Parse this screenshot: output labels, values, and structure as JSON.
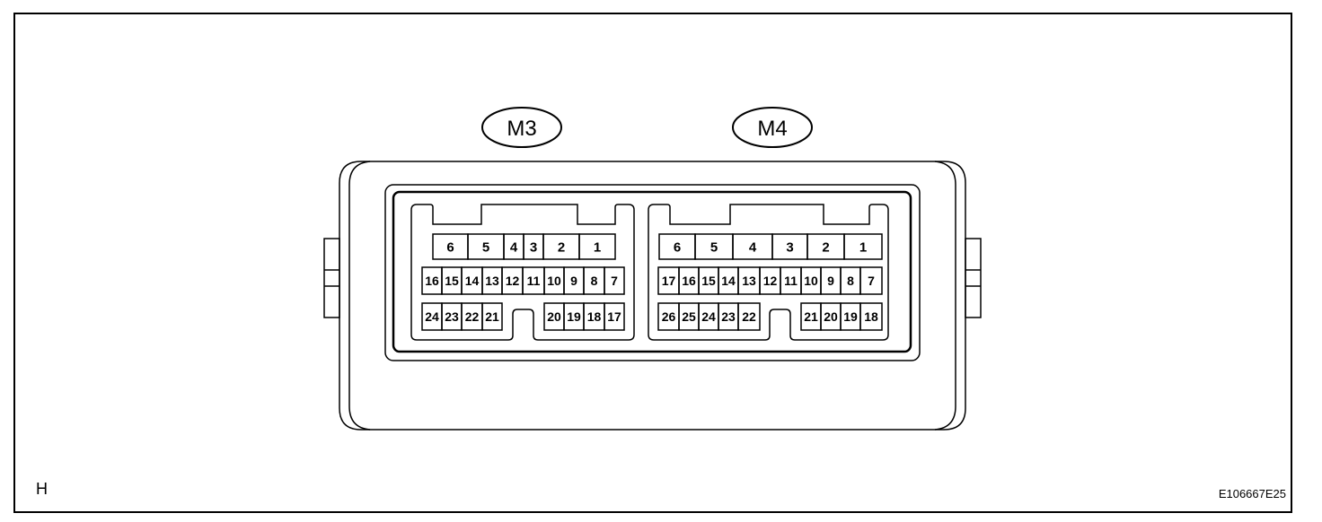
{
  "labels": {
    "connector_left": "M3",
    "connector_right": "M4",
    "view_letter": "H",
    "figure_code": "E106667E25"
  },
  "m3": {
    "row1": [
      "6",
      "5",
      "4",
      "3",
      "2",
      "1"
    ],
    "row2": [
      "16",
      "15",
      "14",
      "13",
      "12",
      "11",
      "10",
      "9",
      "8",
      "7"
    ],
    "row3_left": [
      "24",
      "23",
      "22",
      "21"
    ],
    "row3_right": [
      "20",
      "19",
      "18",
      "17"
    ]
  },
  "m4": {
    "row1": [
      "6",
      "5",
      "4",
      "3",
      "2",
      "1"
    ],
    "row2": [
      "17",
      "16",
      "15",
      "14",
      "13",
      "12",
      "11",
      "10",
      "9",
      "8",
      "7"
    ],
    "row3_left": [
      "26",
      "25",
      "24",
      "23",
      "22"
    ],
    "row3_right": [
      "21",
      "20",
      "19",
      "18"
    ]
  }
}
